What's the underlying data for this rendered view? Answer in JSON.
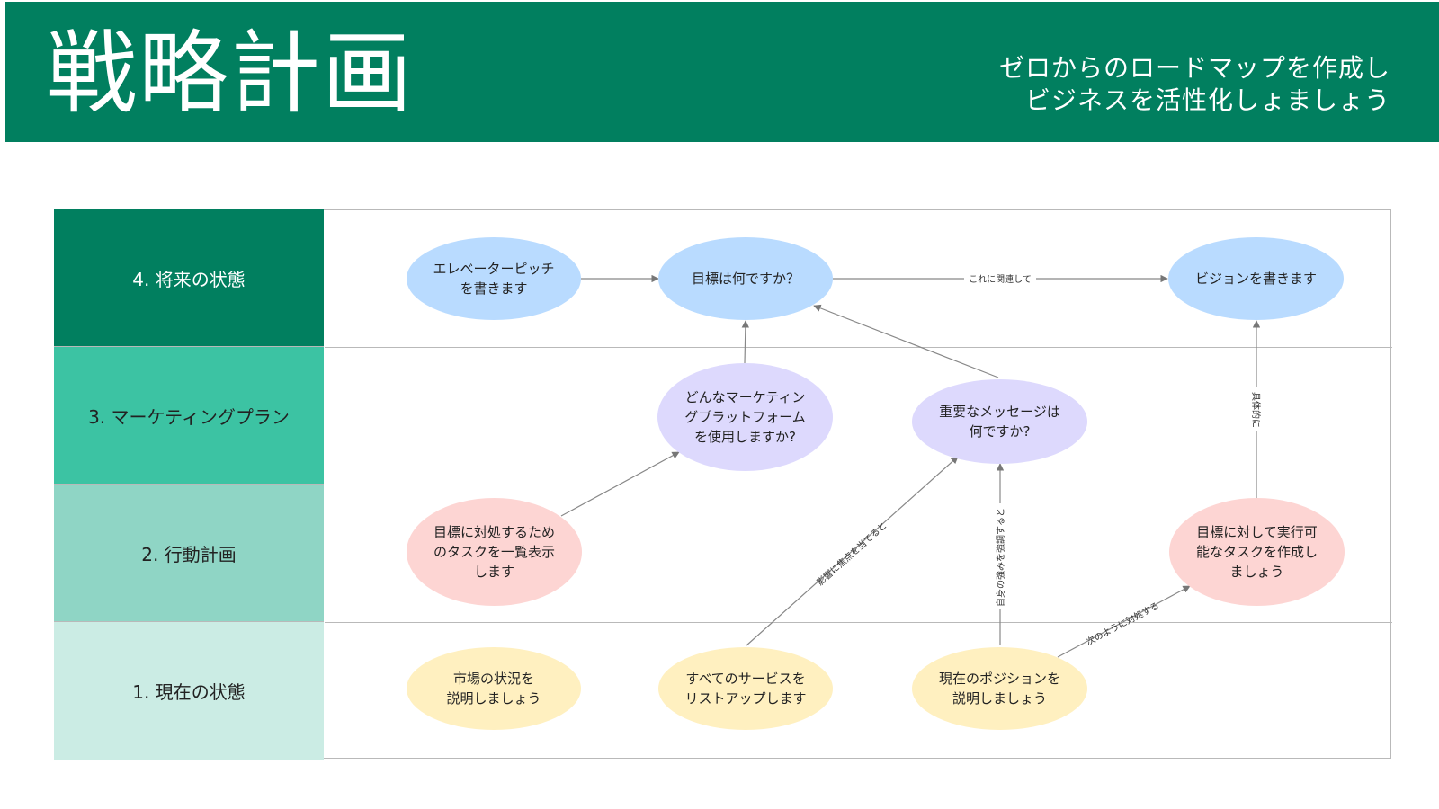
{
  "header": {
    "title": "戦略計画",
    "subtitle_line1": "ゼロからのロードマップを作成し",
    "subtitle_line2": "ビジネスを活性化しょましょう"
  },
  "colors": {
    "header_bg": "#017f5f",
    "lane_future": "#017f5f",
    "lane_marketing": "#3cc3a3",
    "lane_action": "#8fd5c5",
    "lane_current": "#cbece4",
    "node_blue": "#b9dbff",
    "node_purple": "#ddd9fd",
    "node_pink": "#fdd5d3",
    "node_yellow": "#fff0c0"
  },
  "lanes": [
    {
      "label": "4. 将来の状態"
    },
    {
      "label": "3. マーケティングプラン"
    },
    {
      "label": "2. 行動計画"
    },
    {
      "label": "1. 現在の状態"
    }
  ],
  "nodes": {
    "elevator_pitch": "エレベーターピッチ\nを書きます",
    "goal": "目標は何ですか？",
    "vision": "ビジョンを書きます",
    "platform": "どんなマーケティン\nグプラットフォーム\nを使用しますか?",
    "key_message": "重要なメッセージは\n何ですか?",
    "task_list": "目標に対処するため\nのタスクを一覧表示\nします",
    "actionable_tasks": "目標に対して実行可\n能なタスクを作成し\nましょう",
    "market": "市場の状況を\n説明しましょう",
    "services": "すべてのサービスを\nリストアップします",
    "position": "現在のポジションを\n説明しましょう"
  },
  "edge_labels": {
    "related": "これに関連して",
    "concretely": "具体的に",
    "focus_impact": "影響に焦点を当てると",
    "strengths": "自身の強みを強調すると",
    "handle": "次のように対処する"
  }
}
